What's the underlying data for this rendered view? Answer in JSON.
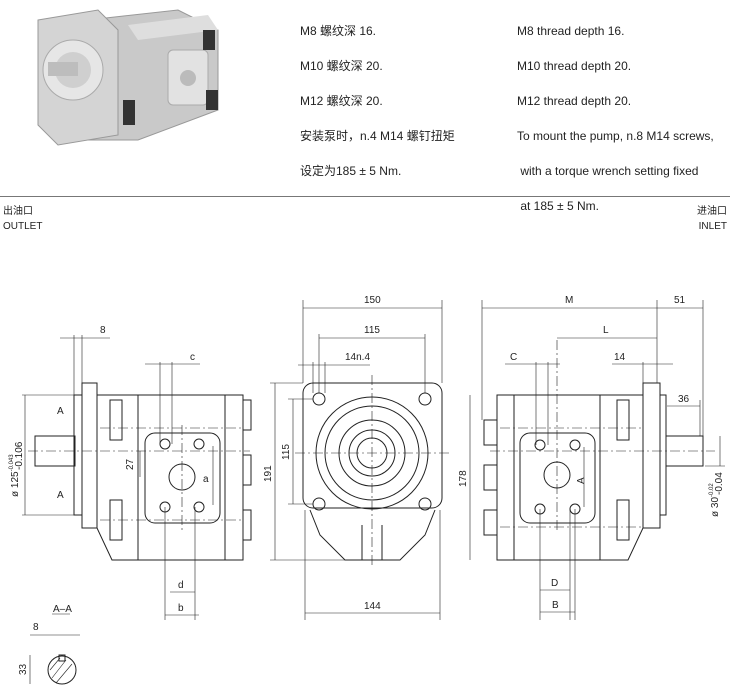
{
  "notes_cn": [
    "M8 螺纹深 16.",
    "M10 螺纹深 20.",
    "M12 螺纹深 20.",
    "安装泵时，n.4 M14 螺钉扭矩",
    "设定为185 ± 5 Nm."
  ],
  "notes_en": [
    "M8 thread depth 16.",
    "M10 thread depth 20.",
    "M12 thread depth 20.",
    "To mount the pump, n.8 M14 screws,",
    " with a torque wrench setting fixed",
    " at 185 ± 5 Nm."
  ],
  "outlet": {
    "cn": "出油口",
    "en": "OUTLET"
  },
  "inlet": {
    "cn": "进油口",
    "en": "INLET"
  },
  "left_view": {
    "flange_thk": "8",
    "c": "c",
    "d": "d",
    "b": "b",
    "a": "a",
    "offset": "27",
    "pilot_dia": "ø 125",
    "pilot_tol_up": "-0.043",
    "pilot_tol_lo": "-0.106",
    "section_mark": "A"
  },
  "section": {
    "title": "A–A",
    "key_width": "8",
    "key_height": "33"
  },
  "front_view": {
    "width": "150",
    "bolt_span": "115",
    "hole": "14n.4",
    "height": "191",
    "bolt_span_v": "115",
    "base": "144"
  },
  "right_view": {
    "M": "M",
    "shaft_len": "51",
    "L": "L",
    "C": "C",
    "flange_thk": "14",
    "key_len": "36",
    "height": "178",
    "A": "A",
    "D": "D",
    "B": "B",
    "shaft_dia": "ø 30",
    "shaft_tol_up": "-0.02",
    "shaft_tol_lo": "-0.04"
  }
}
